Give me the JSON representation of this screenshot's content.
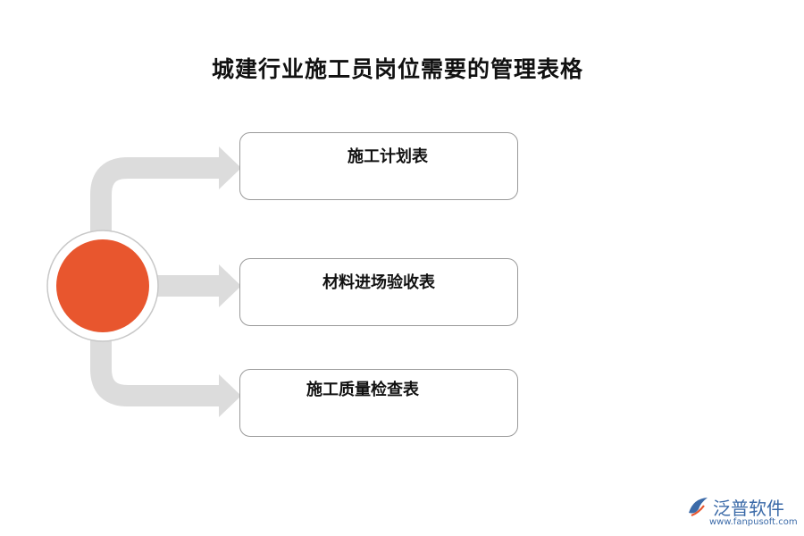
{
  "title": "城建行业施工员岗位需要的管理表格",
  "items": [
    {
      "label": "施工计划表"
    },
    {
      "label": "材料进场验收表"
    },
    {
      "label": "施工质量检查表"
    }
  ],
  "colors": {
    "hub": "#e8562e",
    "arrow": "#dcdcdc",
    "box_border": "#9a9a9a",
    "logo": "#3b6aa8"
  },
  "logo": {
    "name": "泛普软件",
    "url": "www.fanpusoft.com"
  }
}
